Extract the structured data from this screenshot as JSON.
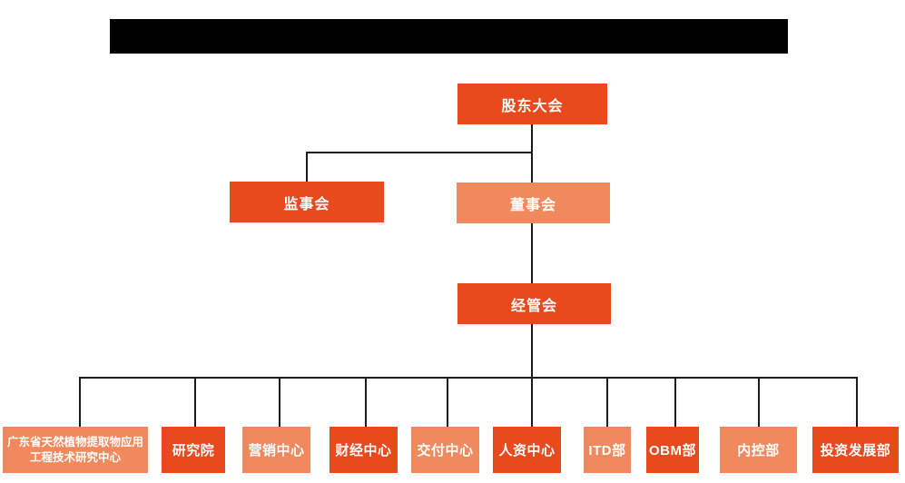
{
  "colors": {
    "primary": "#E8491D",
    "secondary": "#F08A5E",
    "line": "#1a1a1a",
    "redacted": "#000000",
    "text": "#ffffff"
  },
  "org_chart": {
    "nodes": {
      "shareholders": {
        "label": "股东大会"
      },
      "supervisory": {
        "label": "监事会"
      },
      "board": {
        "label": "董事会"
      },
      "management": {
        "label": "经管会"
      }
    },
    "departments": [
      {
        "label": "广东省天然植物提取物应用工程技术研究中心"
      },
      {
        "label": "研究院"
      },
      {
        "label": "营销中心"
      },
      {
        "label": "财经中心"
      },
      {
        "label": "交付中心"
      },
      {
        "label": "人资中心"
      },
      {
        "label": "ITD部"
      },
      {
        "label": "OBM部"
      },
      {
        "label": "内控部"
      },
      {
        "label": "投资发展部"
      }
    ]
  }
}
